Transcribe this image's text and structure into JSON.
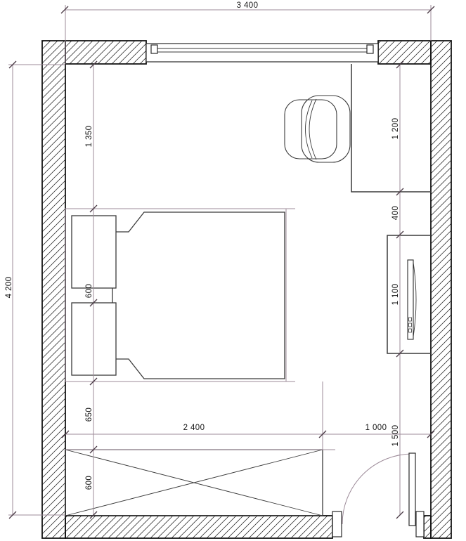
{
  "page": {
    "title": "Bedroom furniture layout floor plan"
  },
  "colors": {
    "background": "#ffffff",
    "wall_line": "#141414",
    "furniture_line": "#3a3a3a",
    "dimension_line": "#9d8b99",
    "tick_mark": "#4a3a45",
    "text": "#151515"
  },
  "dimensions": {
    "top_total": "3 400",
    "left_total": "4 200",
    "left_chain": {
      "seg1": "1 350",
      "seg2": "600",
      "seg3": "650",
      "seg4": "600"
    },
    "right_chain": {
      "seg1": "1 200",
      "seg2": "400",
      "seg3": "1 100",
      "seg4": "1 500"
    },
    "bottom_chain": {
      "seg1": "2 400",
      "seg2": "1 000"
    }
  },
  "furniture": {
    "bed": "double bed with duvet",
    "pillows": "two pillows at headboard",
    "wardrobe": "wardrobe shown as crossed rectangle",
    "chair": "armchair at desk",
    "desk": "corner desk / worktop",
    "tv": "TV on media bench at right wall",
    "window": "window in top wall",
    "door": "entrance door with swing arc"
  }
}
